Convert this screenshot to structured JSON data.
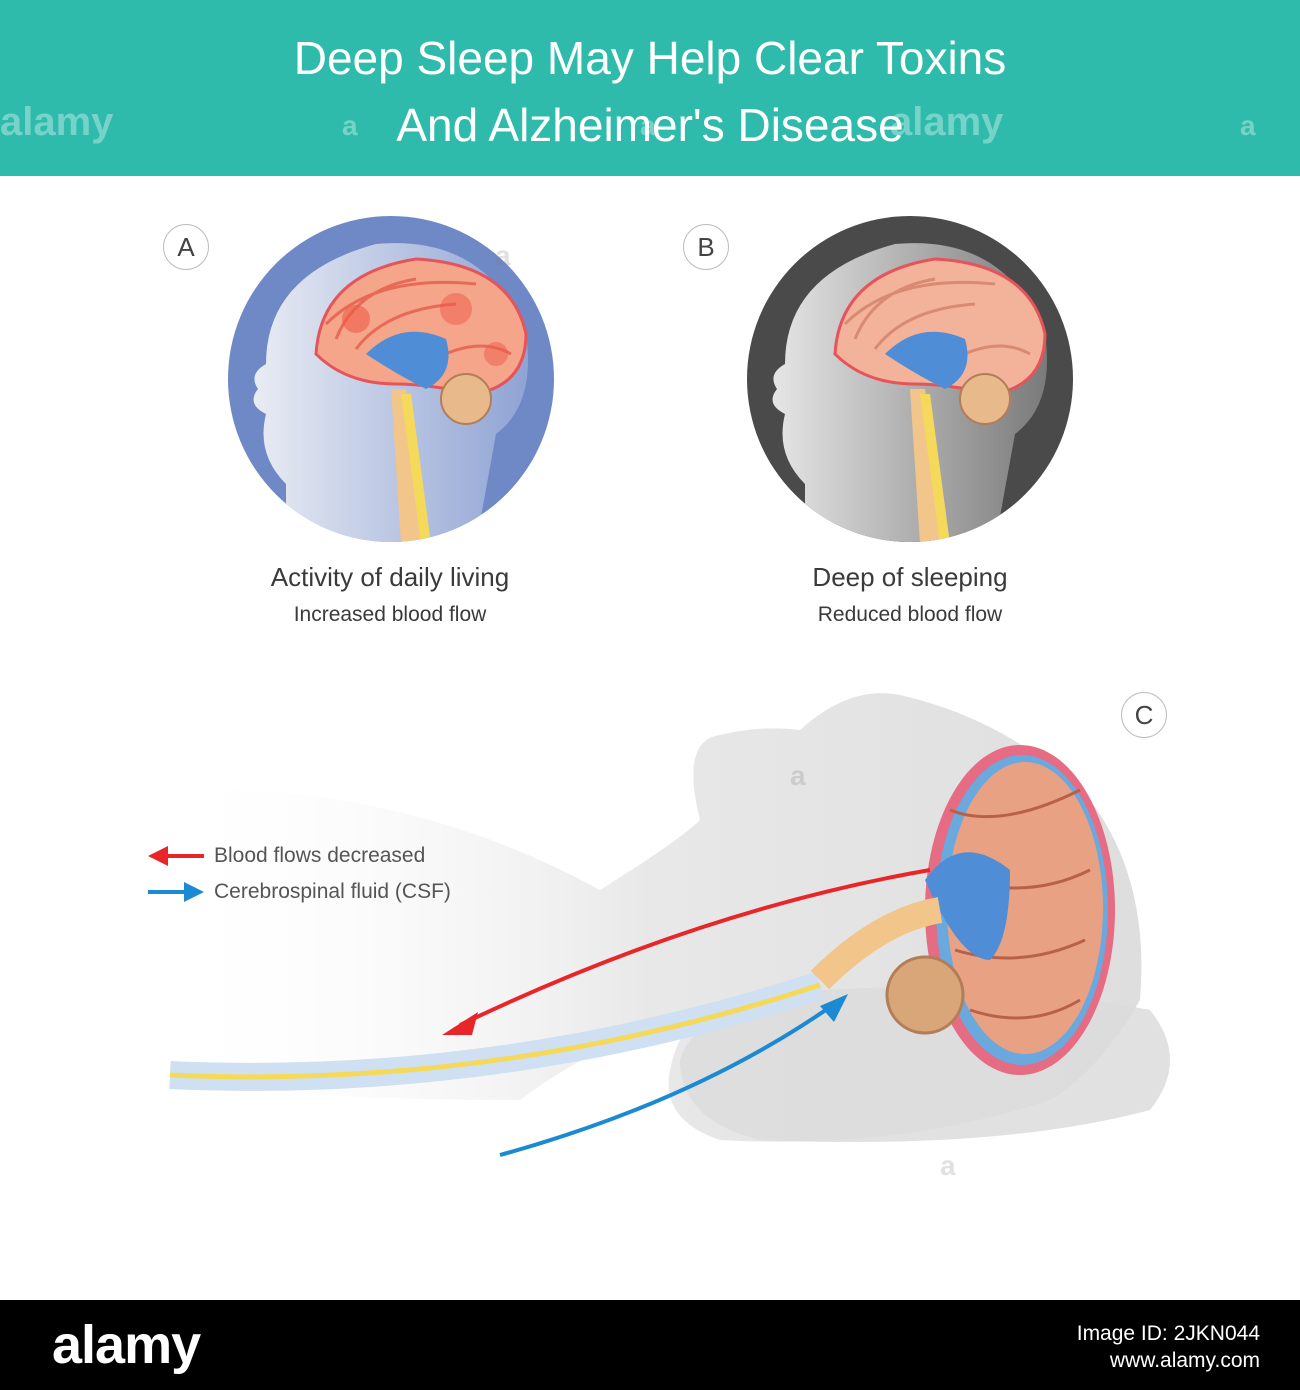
{
  "header": {
    "title_line1": "Deep Sleep May Help Clear Toxins",
    "title_line2": "And Alzheimer's Disease",
    "background": "#2ebbac"
  },
  "panels": [
    {
      "badge": "A",
      "caption": "Activity of daily living",
      "subcaption": "Increased blood flow",
      "circle_color": "#6f89c6"
    },
    {
      "badge": "B",
      "caption": "Deep of sleeping",
      "subcaption": "Reduced blood flow",
      "circle_color": "#4a4a4a"
    },
    {
      "badge": "C"
    }
  ],
  "legend": [
    {
      "text": "Blood flows decreased",
      "color": "#e8262a"
    },
    {
      "text": "Cerebrospinal fluid (CSF)",
      "color": "#1b8ad3"
    }
  ],
  "watermark": {
    "brand": "alamy",
    "brand_mark": "a",
    "image_id": "Image ID: 2JKN044",
    "site": "www.alamy.com"
  }
}
